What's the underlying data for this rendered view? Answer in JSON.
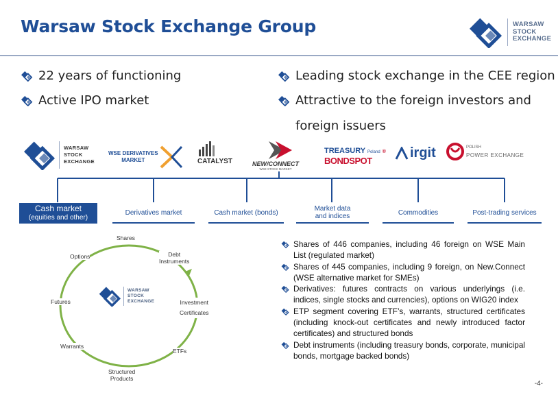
{
  "header": {
    "title": "Warsaw Stock Exchange Group",
    "brand_lines": [
      "WARSAW",
      "STOCK",
      "EXCHANGE"
    ]
  },
  "highlights": {
    "left": [
      "22 years of functioning",
      "Active IPO market"
    ],
    "right": [
      "Leading stock exchange in the CEE region",
      "Attractive to the foreign investors and",
      "foreign issuers"
    ]
  },
  "group_logos": {
    "wse": [
      "WARSAW",
      "STOCK",
      "EXCHANGE"
    ],
    "derivatives": [
      "WSE DERIVATIVES",
      "MARKET"
    ],
    "catalyst": "CATALYST",
    "newconnect": {
      "a": "NEW",
      "b": "CONNECT",
      "sub": "WSE STOCK MARKET"
    },
    "treasury": {
      "line1": "TREASURY",
      "poland": "Poland",
      "line2": "BONDSPOT",
      "mark": "®"
    },
    "irgit": "irgit",
    "ppe": [
      "POLISH",
      "POWER EXCHANGE"
    ]
  },
  "tabs": [
    {
      "label": "Cash market",
      "sub": "(equities and other)"
    },
    {
      "label": "Derivatives market"
    },
    {
      "label": "Cash market (bonds)"
    },
    {
      "label": "Market data",
      "sub": "and indices"
    },
    {
      "label": "Commodities"
    },
    {
      "label": "Post-trading services"
    }
  ],
  "cycle": {
    "center_lines": [
      "WARSAW",
      "STOCK",
      "EXCHANGE"
    ],
    "nodes": {
      "shares": "Shares",
      "options": "Options",
      "debt": [
        "Debt",
        "Instruments"
      ],
      "futures": "Futures",
      "investment": [
        "Investment",
        "Certificates"
      ],
      "warrants": "Warrants",
      "etfs": "ETFs",
      "structured": [
        "Structured",
        "Products"
      ]
    }
  },
  "details": [
    "Shares of 446 companies, including 46 foreign on WSE Main List (regulated market)",
    "Shares of 445 companies, including 9 foreign, on New.Connect (WSE alternative market for SMEs)",
    "Derivatives: futures contracts on various underlyings (i.e. indices, single stocks and currencies), options on WIG20 index",
    "ETP segment covering ETF’s, warrants, structured certificates (including knock-out certificates and newly introduced factor certificates) and structured bonds",
    "Debt instruments (including treasury bonds, corporate, municipal bonds, mortgage backed bonds)"
  ],
  "page_number": "-4-",
  "colors": {
    "brand": "#1f4e96",
    "accent_red": "#c8102e",
    "gray": "#6b7a90"
  }
}
